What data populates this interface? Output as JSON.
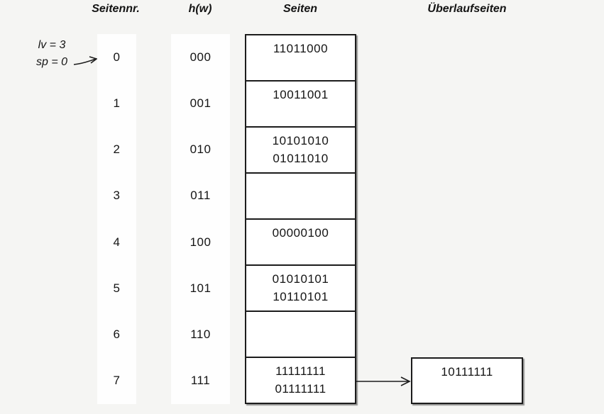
{
  "diagram": {
    "headers": {
      "seitennr": "Seitennr.",
      "hw": "h(w)",
      "seiten": "Seiten",
      "ueberlaufseiten": "Überlaufseiten"
    },
    "annotation": {
      "line1": "lv = 3",
      "line2": "sp = 0"
    },
    "rows": [
      {
        "nr": "0",
        "h": "000",
        "line1": "11011000",
        "line2": ""
      },
      {
        "nr": "1",
        "h": "001",
        "line1": "10011001",
        "line2": ""
      },
      {
        "nr": "2",
        "h": "010",
        "line1": "10101010",
        "line2": "01011010"
      },
      {
        "nr": "3",
        "h": "011",
        "line1": "",
        "line2": ""
      },
      {
        "nr": "4",
        "h": "100",
        "line1": "00000100",
        "line2": ""
      },
      {
        "nr": "5",
        "h": "101",
        "line1": "01010101",
        "line2": "10110101"
      },
      {
        "nr": "6",
        "h": "110",
        "line1": "",
        "line2": ""
      },
      {
        "nr": "7",
        "h": "111",
        "line1": "11111111",
        "line2": "01111111"
      }
    ],
    "overflow": {
      "attached_to_row": "7",
      "line1": "10111111",
      "line2": ""
    },
    "colors": {
      "background": "#f5f5f3",
      "box_fill": "#ffffff",
      "border": "#1c1c1c",
      "text": "#141414"
    }
  }
}
